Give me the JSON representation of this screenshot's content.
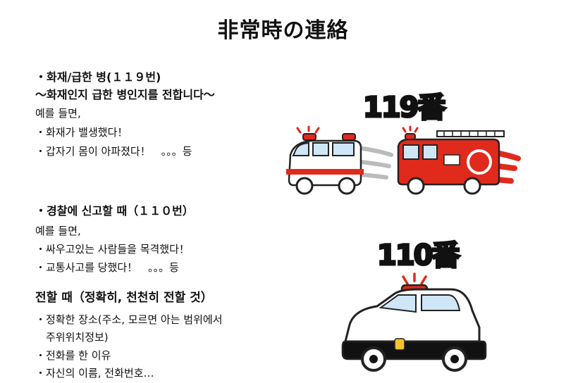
{
  "title": "非常時の連絡",
  "fire": {
    "heading": "・화재/급한 병(１１９번)",
    "subheading": "～화재인지 급한 병인지를 전합니다～",
    "example": "예를 들면,",
    "items": [
      "・화재가 밸생했다！",
      "・갑자기 몸이 아파졌다！　。。。등"
    ]
  },
  "police": {
    "heading": "・경찰에 신고할 때（１１０번）",
    "example": "예를 들면,",
    "items": [
      "・싸우고있는 사람들을 목격했다！",
      "・교통사고를 당했다！　。。。등"
    ]
  },
  "call": {
    "heading": "전할 때（정확히, 천천히 전할 것）",
    "items": [
      "・정확한 장소(주소, 모르면 아는 범위에서",
      "　주위위치정보)",
      "・전화를 한 이유",
      "・자신의 이름, 전화번호…"
    ]
  },
  "labels": {
    "fire_number": "119番",
    "police_number": "110番"
  },
  "colors": {
    "fire_red": "#e02a1c",
    "text": "#111111"
  }
}
